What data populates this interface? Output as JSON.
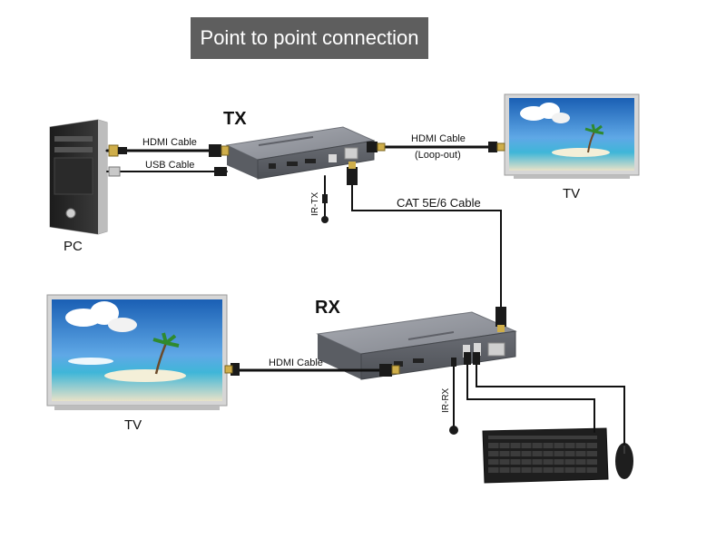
{
  "title": "Point to point connection",
  "devices": {
    "tx": "TX",
    "rx": "RX",
    "pc": "PC",
    "tv_top": "TV",
    "tv_bottom": "TV"
  },
  "cables": {
    "pc_hdmi": "HDMI Cable",
    "pc_usb": "USB Cable",
    "loop_hdmi": "HDMI Cable",
    "loop_note": "(Loop-out)",
    "cat": "CAT 5E/6 Cable",
    "rx_hdmi": "HDMI Cable"
  },
  "ports": {
    "ir_tx": "IR-TX",
    "ir_rx": "IR-RX"
  }
}
